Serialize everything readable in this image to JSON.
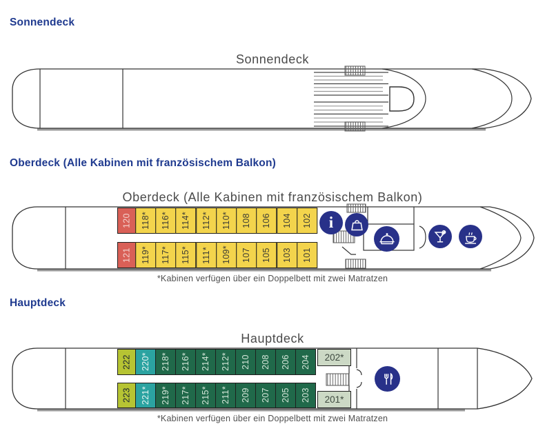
{
  "colors": {
    "heading_navy": "#1f3a8f",
    "icon_navy": "#283189",
    "title_gray": "#4a4a4a",
    "footnote_gray": "#4f4f4f",
    "hull_line": "#333333",
    "hull_shadow": "#9a9a9a"
  },
  "cabin_colors": {
    "red": {
      "bg": "#d96057",
      "text": "#f4d3cf"
    },
    "yellow": {
      "bg": "#f3d44c",
      "text": "#3c3c34"
    },
    "olive": {
      "bg": "#b6c433",
      "text": "#1b2431"
    },
    "teal": {
      "bg": "#2ba3a1",
      "text": "#e9f6f5"
    },
    "green": {
      "bg": "#20694a",
      "text": "#d6e7da"
    },
    "pale": {
      "bg": "#ccd9c5",
      "text": "#3f4a40"
    }
  },
  "decks": {
    "sonnendeck": {
      "heading": "Sonnendeck",
      "diagram_title": "Sonnendeck"
    },
    "oberdeck": {
      "heading": "Oberdeck (Alle Kabinen mit französischem Balkon)",
      "diagram_title": "Oberdeck (Alle Kabinen mit französischem Balkon)",
      "footnote": "*Kabinen verfügen über ein Doppelbett mit zwei Matratzen",
      "cabins_top": [
        {
          "label": "120",
          "type": "red"
        },
        {
          "label": "118*",
          "type": "yellow"
        },
        {
          "label": "116*",
          "type": "yellow"
        },
        {
          "label": "114*",
          "type": "yellow"
        },
        {
          "label": "112*",
          "type": "yellow"
        },
        {
          "label": "110*",
          "type": "yellow"
        },
        {
          "label": "108",
          "type": "yellow"
        },
        {
          "label": "106",
          "type": "yellow"
        },
        {
          "label": "104",
          "type": "yellow"
        },
        {
          "label": "102",
          "type": "yellow"
        }
      ],
      "cabins_bottom": [
        {
          "label": "121",
          "type": "red"
        },
        {
          "label": "119*",
          "type": "yellow"
        },
        {
          "label": "117*",
          "type": "yellow"
        },
        {
          "label": "115*",
          "type": "yellow"
        },
        {
          "label": "111*",
          "type": "yellow"
        },
        {
          "label": "109*",
          "type": "yellow"
        },
        {
          "label": "107",
          "type": "yellow"
        },
        {
          "label": "105",
          "type": "yellow"
        },
        {
          "label": "103",
          "type": "yellow"
        },
        {
          "label": "101",
          "type": "yellow"
        }
      ],
      "icons": [
        "info-icon",
        "shopping-bag-icon",
        "room-service-icon",
        "cocktail-bar-icon",
        "coffee-icon"
      ]
    },
    "hauptdeck": {
      "heading": "Hauptdeck",
      "diagram_title": "Hauptdeck",
      "footnote": "*Kabinen verfügen über ein Doppelbett mit zwei Matratzen",
      "cabins_top": [
        {
          "label": "222",
          "type": "olive"
        },
        {
          "label": "220*",
          "type": "teal"
        },
        {
          "label": "218*",
          "type": "green"
        },
        {
          "label": "216*",
          "type": "green"
        },
        {
          "label": "214*",
          "type": "green"
        },
        {
          "label": "212*",
          "type": "green"
        },
        {
          "label": "210",
          "type": "green"
        },
        {
          "label": "208",
          "type": "green"
        },
        {
          "label": "206",
          "type": "green"
        },
        {
          "label": "204",
          "type": "green"
        }
      ],
      "cabins_bottom": [
        {
          "label": "223",
          "type": "olive"
        },
        {
          "label": "221*",
          "type": "teal"
        },
        {
          "label": "219*",
          "type": "green"
        },
        {
          "label": "217*",
          "type": "green"
        },
        {
          "label": "215*",
          "type": "green"
        },
        {
          "label": "211*",
          "type": "green"
        },
        {
          "label": "209",
          "type": "green"
        },
        {
          "label": "207",
          "type": "green"
        },
        {
          "label": "205",
          "type": "green"
        },
        {
          "label": "203",
          "type": "green"
        }
      ],
      "cabin_forward_top": {
        "label": "202*",
        "type": "pale"
      },
      "cabin_forward_bottom": {
        "label": "201*",
        "type": "pale"
      },
      "icons": [
        "restaurant-icon"
      ]
    }
  }
}
